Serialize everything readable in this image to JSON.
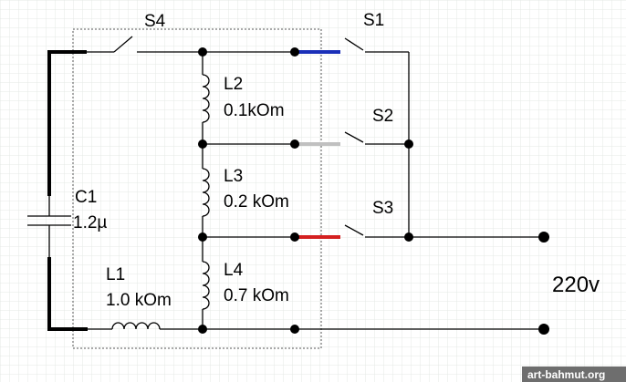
{
  "components": {
    "switches": [
      {
        "id": "s4",
        "label": "S4"
      },
      {
        "id": "s1",
        "label": "S1"
      },
      {
        "id": "s2",
        "label": "S2"
      },
      {
        "id": "s3",
        "label": "S3"
      }
    ],
    "capacitor": {
      "name": "C1",
      "value": "1.2µ"
    },
    "inductors": [
      {
        "id": "l1",
        "name": "L1",
        "value": "1.0 kOm"
      },
      {
        "id": "l2",
        "name": "L2",
        "value": "0.1kOm"
      },
      {
        "id": "l3",
        "name": "L3",
        "value": "0.2 kOm"
      },
      {
        "id": "l4",
        "name": "L4",
        "value": "0.7 kOm"
      }
    ]
  },
  "supply_label": "220v",
  "watermark": "art-bahmut.org",
  "colors": {
    "background": "#ffffff",
    "grid": "#e4e8e6",
    "wire": "#000000",
    "lead_s1": "#1a2fb8",
    "lead_s2": "#c0c0c0",
    "lead_s3": "#d42020",
    "module_outline": "#555555",
    "watermark_bg": "#6e6e6e"
  }
}
